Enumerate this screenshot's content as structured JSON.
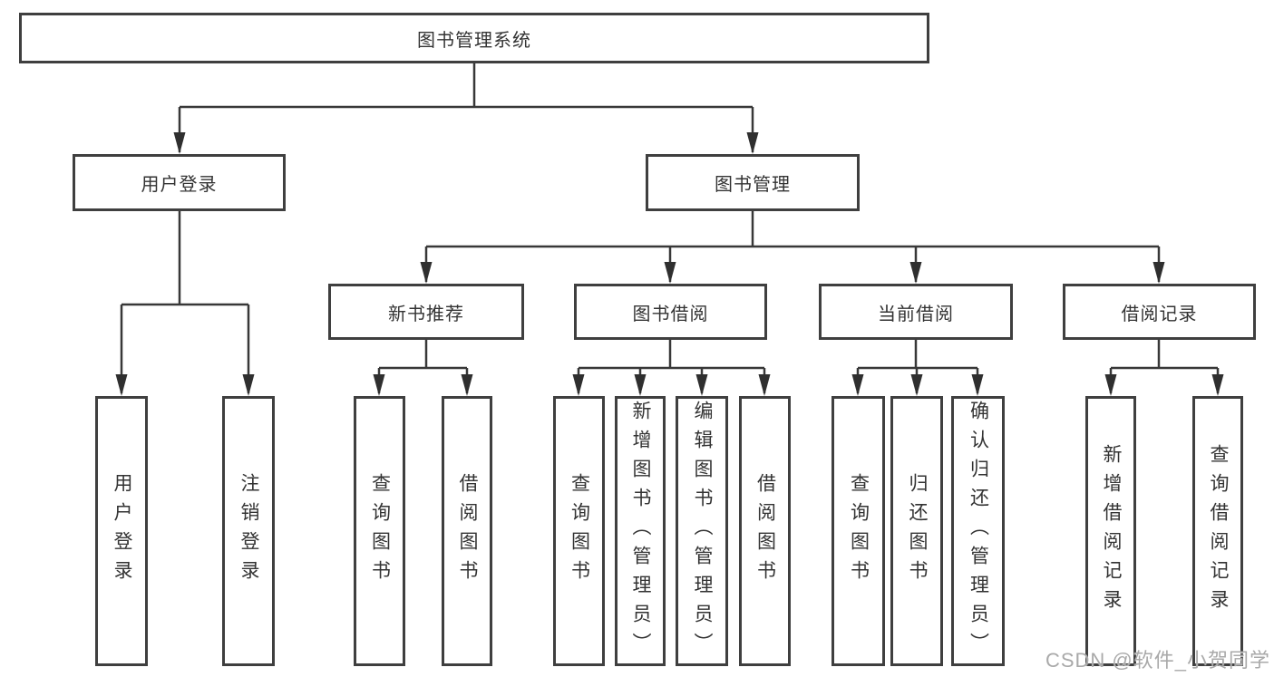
{
  "colors": {
    "border": "#3F3F3F",
    "line": "#383838",
    "arrow": "#2F2F2F",
    "text": "#333333",
    "watermark": "#A9A9A9",
    "background": "#FFFFFF"
  },
  "watermark": {
    "text": "CSDN @软件_小贺同学"
  },
  "tree": {
    "root": {
      "label": "图书管理系统"
    },
    "branches": [
      {
        "label": "用户登录",
        "children": [
          {
            "label": "用户登录"
          },
          {
            "label": "注销登录"
          }
        ]
      },
      {
        "label": "图书管理",
        "sections": [
          {
            "label": "新书推荐",
            "children": [
              {
                "label": "查询图书"
              },
              {
                "label": "借阅图书"
              }
            ]
          },
          {
            "label": "图书借阅",
            "children": [
              {
                "label": "查询图书"
              },
              {
                "label": "新增图书（管理员）"
              },
              {
                "label": "编辑图书（管理员）"
              },
              {
                "label": "借阅图书"
              }
            ]
          },
          {
            "label": "当前借阅",
            "children": [
              {
                "label": "查询图书"
              },
              {
                "label": "归还图书"
              },
              {
                "label": "确认归还（管理员）"
              }
            ]
          },
          {
            "label": "借阅记录",
            "children": [
              {
                "label": "新增借阅记录"
              },
              {
                "label": "查询借阅记录"
              }
            ]
          }
        ]
      }
    ]
  }
}
